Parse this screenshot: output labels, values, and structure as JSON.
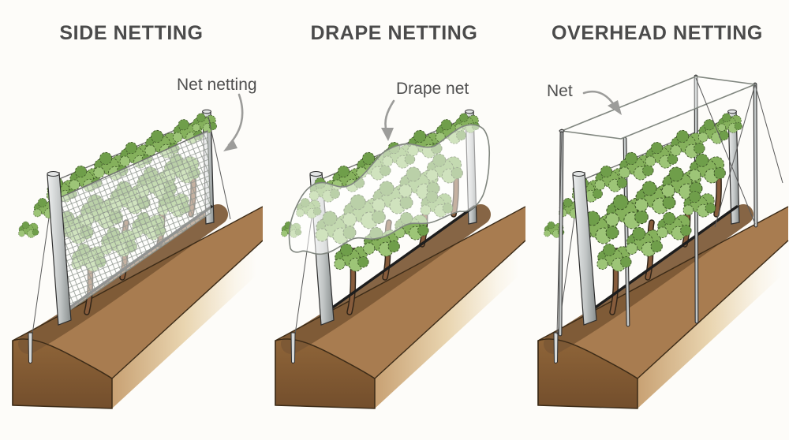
{
  "page": {
    "background": "#fdfcf9",
    "description_of_figure": "Three vineyard bird-netting methods shown as isometric illustrations"
  },
  "panels": [
    {
      "id": "side-netting",
      "title": "SIDE NETTING",
      "annotation": "Net netting"
    },
    {
      "id": "drape-netting",
      "title": "DRAPE NETTING",
      "annotation": "Drape net"
    },
    {
      "id": "overhead-netting",
      "title": "OVERHEAD NETTING",
      "annotation": "Net"
    }
  ],
  "palette": {
    "title_text": "#4b4b4b",
    "annotation_text": "#4f4f4f",
    "arrow_gray": "#9c9c9a",
    "leaf_green": "#85b15c",
    "leaf_dark_green": "#6f9e4a",
    "leaf_light_green": "#9dc577",
    "soil_top": "#a87c50",
    "soil_shadow_band": "#7c5835",
    "soil_end_face": "#8b6138",
    "soil_side_face": "#c8a173",
    "post_gray": "#c2c6c6",
    "net_mesh_line": "#8f968f",
    "trellis_wire_black": "#1d1d1d"
  }
}
